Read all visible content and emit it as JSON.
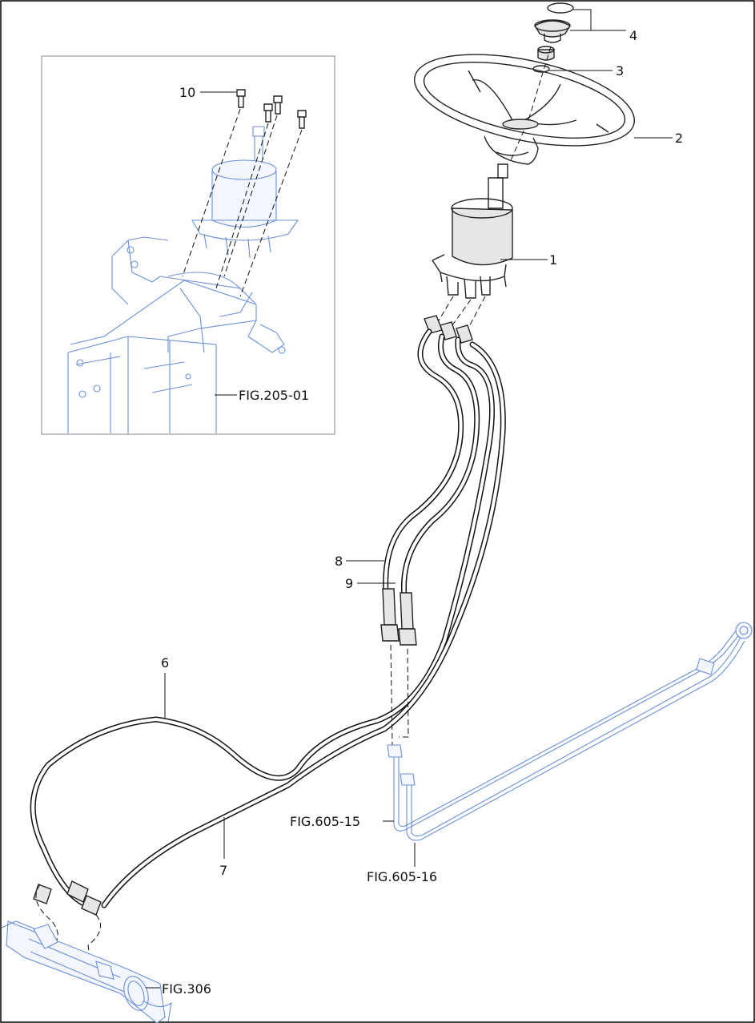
{
  "callouts": {
    "c1": "1",
    "c2": "2",
    "c3": "3",
    "c4": "4",
    "c6": "6",
    "c7": "7",
    "c8": "8",
    "c9": "9",
    "c10": "10"
  },
  "references": {
    "fig_205_01": "FIG.205-01",
    "fig_605_15": "FIG.605-15",
    "fig_605_16": "FIG.605-16",
    "fig_306": "FIG.306"
  },
  "colors": {
    "line": "#222222",
    "reference_parts": "#6a8fd8"
  }
}
